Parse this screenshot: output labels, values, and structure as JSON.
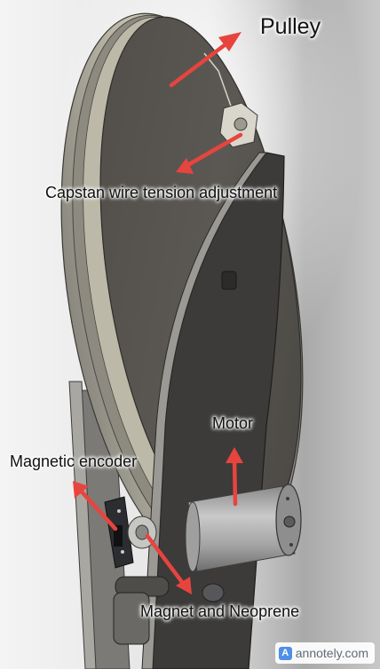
{
  "labels": {
    "pulley": "Pulley",
    "capstan": "Capstan wire tension adjustment",
    "motor": "Motor",
    "magnetic_encoder": "Magnetic encoder",
    "magnet_neoprene": "Magnet and Neoprene"
  },
  "watermark": {
    "mark": "A",
    "text": "annotely.com"
  },
  "colors": {
    "arrow": "#e8443e",
    "pulley_face": "#55524d",
    "bracket": "#3c3b39",
    "motor_body": "#a9a9a9",
    "background_gray": "#a8a8a8"
  }
}
